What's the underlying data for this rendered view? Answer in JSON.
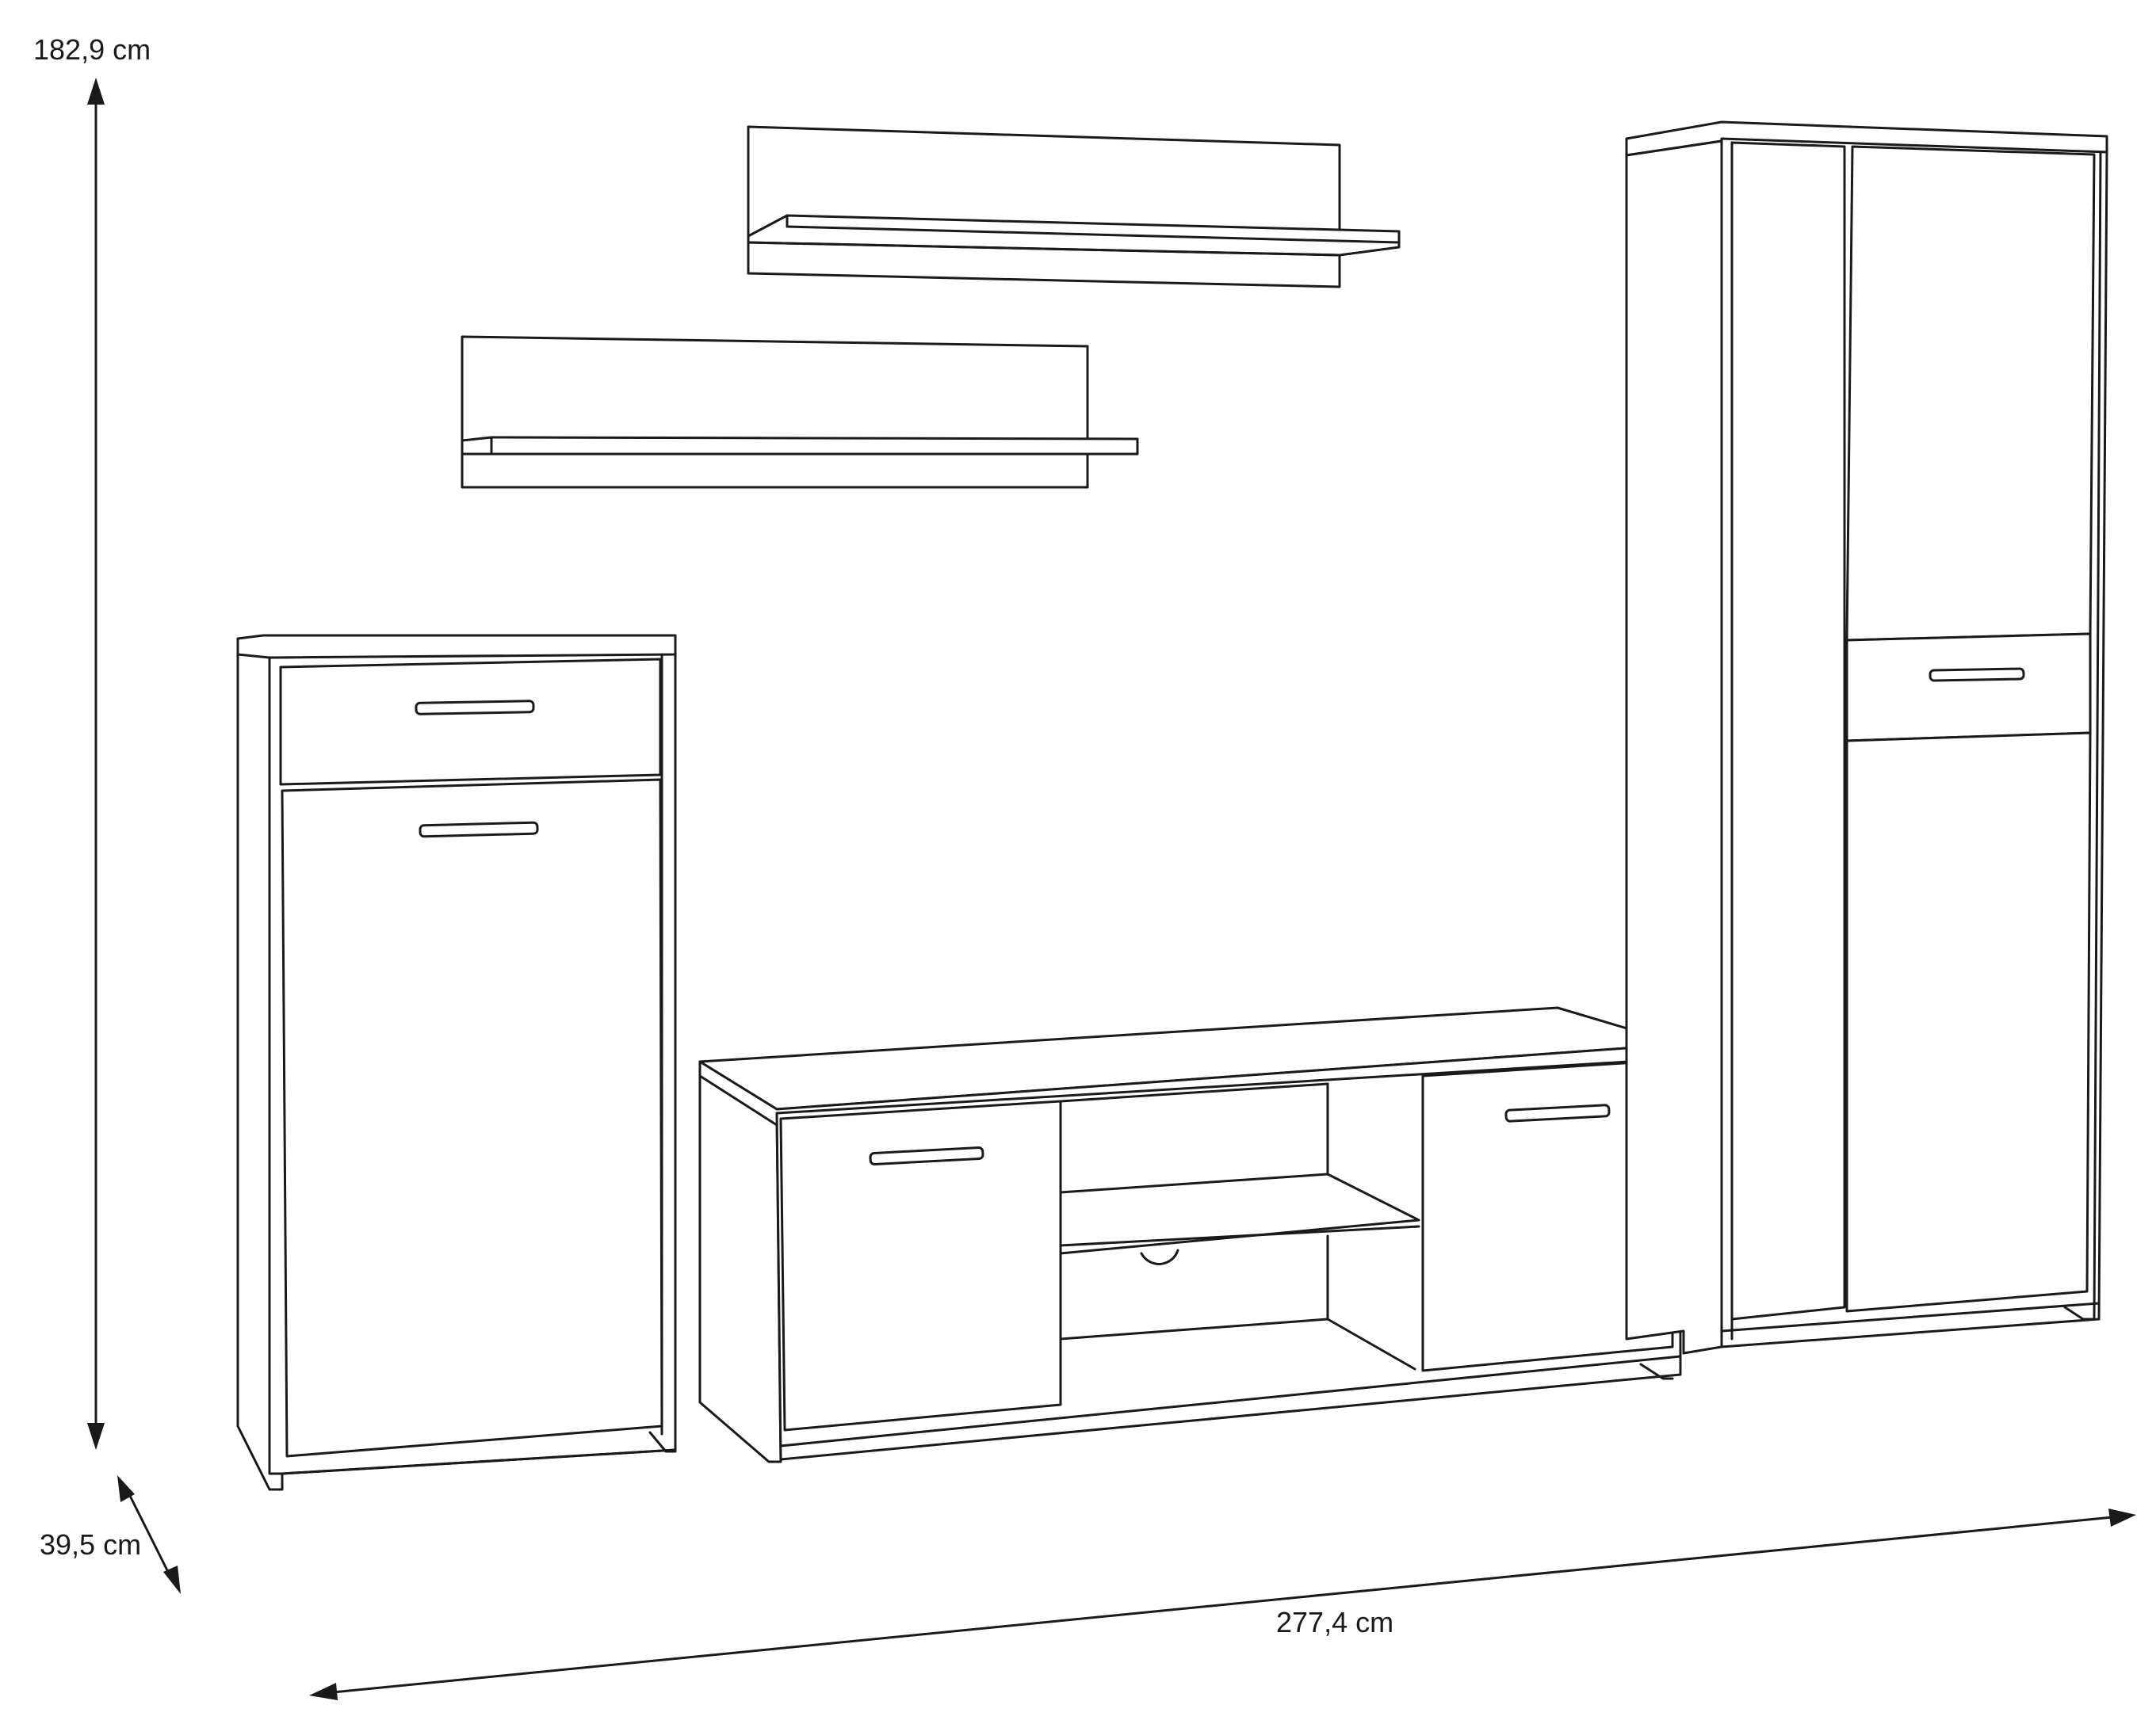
{
  "dimensions": {
    "height": "182,9 cm",
    "depth": "39,5 cm",
    "width": "277,4 cm"
  },
  "colors": {
    "line": "#1a1a1a",
    "background": "#ffffff"
  }
}
